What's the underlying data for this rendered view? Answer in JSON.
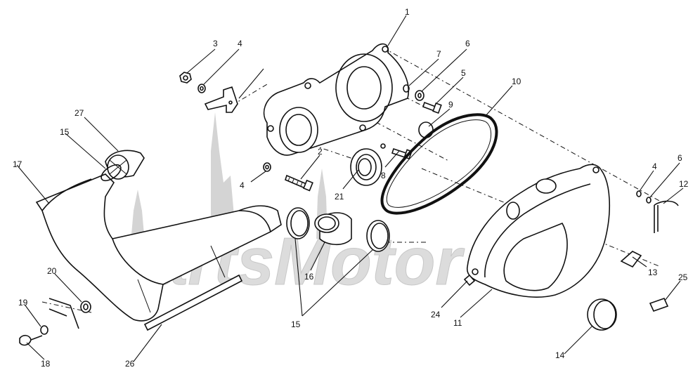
{
  "watermark": {
    "text": "PartsMotor"
  },
  "callouts": [
    {
      "id": "c1",
      "label": "1"
    },
    {
      "id": "c2",
      "label": "2"
    },
    {
      "id": "c3",
      "label": "3"
    },
    {
      "id": "c4a",
      "label": "4"
    },
    {
      "id": "c4b",
      "label": "4"
    },
    {
      "id": "c4c",
      "label": "4"
    },
    {
      "id": "c5",
      "label": "5"
    },
    {
      "id": "c6a",
      "label": "6"
    },
    {
      "id": "c6b",
      "label": "6"
    },
    {
      "id": "c7",
      "label": "7"
    },
    {
      "id": "c8",
      "label": "8"
    },
    {
      "id": "c9",
      "label": "9"
    },
    {
      "id": "c10",
      "label": "10"
    },
    {
      "id": "c11",
      "label": "11"
    },
    {
      "id": "c12",
      "label": "12"
    },
    {
      "id": "c13",
      "label": "13"
    },
    {
      "id": "c14",
      "label": "14"
    },
    {
      "id": "c15a",
      "label": "15"
    },
    {
      "id": "c15b",
      "label": "15"
    },
    {
      "id": "c16",
      "label": "16"
    },
    {
      "id": "c17",
      "label": "17"
    },
    {
      "id": "c18",
      "label": "18"
    },
    {
      "id": "c19",
      "label": "19"
    },
    {
      "id": "c20",
      "label": "20"
    },
    {
      "id": "c21",
      "label": "21"
    },
    {
      "id": "c24",
      "label": "24"
    },
    {
      "id": "c25",
      "label": "25"
    },
    {
      "id": "c26",
      "label": "26"
    },
    {
      "id": "c27",
      "label": "27"
    }
  ]
}
